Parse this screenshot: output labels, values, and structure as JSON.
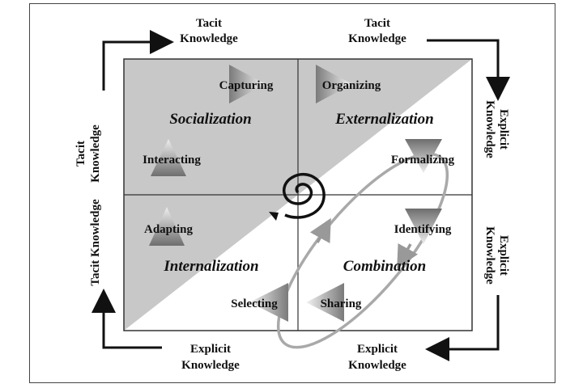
{
  "edges": {
    "top_left": [
      "Tacit",
      "Knowledge"
    ],
    "top_right": [
      "Tacit",
      "Knowledge"
    ],
    "left_upper": [
      "Tacit",
      "Knowledge"
    ],
    "left_lower": "Tacit Knowledge",
    "right_upper": [
      "Explicit",
      "Knowledge"
    ],
    "right_lower": [
      "Explicit",
      "Knowledge"
    ],
    "bottom_left": [
      "Explicit",
      "Knowledge"
    ],
    "bottom_right": [
      "Explicit",
      "Knowledge"
    ]
  },
  "quadrants": {
    "socialization": "Socialization",
    "externalization": "Externalization",
    "internalization": "Internalization",
    "combination": "Combination"
  },
  "activities": {
    "capturing": "Capturing",
    "organizing": "Organizing",
    "interacting": "Interacting",
    "formalizing": "Formalizing",
    "adapting": "Adapting",
    "identifying": "Identifying",
    "selecting": "Selecting",
    "sharing": "Sharing"
  },
  "colors": {
    "shade": "#c8c8c8",
    "line": "#333333",
    "ellipse": "#a9a9a9"
  }
}
